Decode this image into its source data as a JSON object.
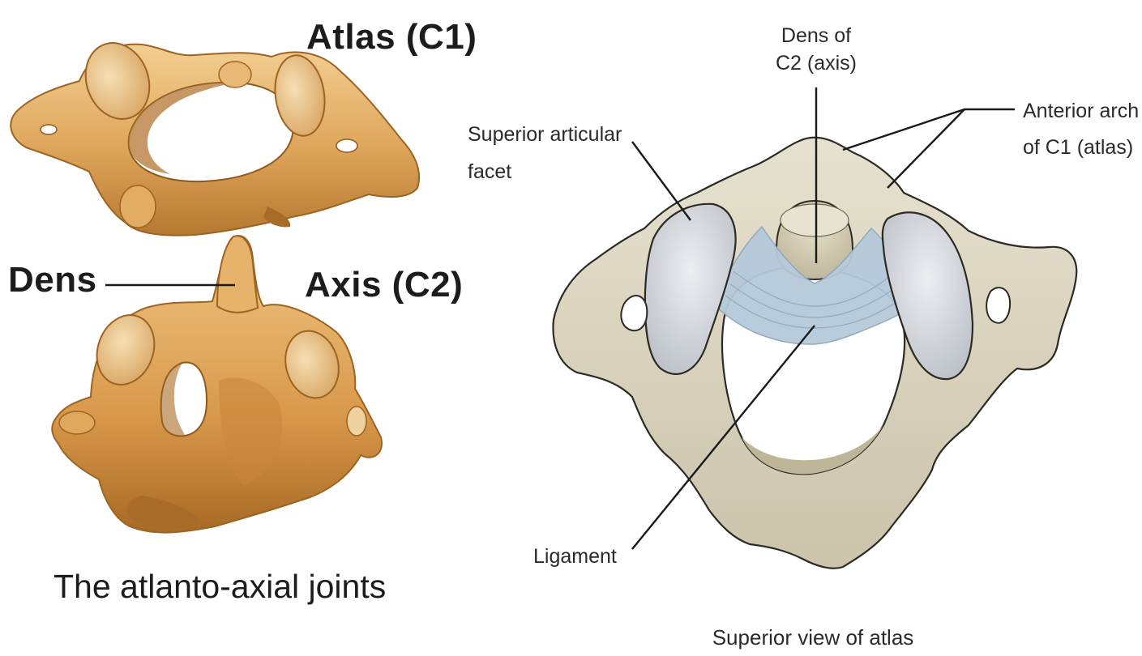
{
  "left_panel": {
    "labels": {
      "atlas": "Atlas (C1)",
      "dens": "Dens",
      "axis": "Axis (C2)"
    },
    "caption": "The atlanto-axial joints"
  },
  "right_panel": {
    "labels": {
      "dens_line1": "Dens of",
      "dens_line2": "C2 (axis)",
      "anterior_line1": "Anterior arch",
      "anterior_line2": "of C1 (atlas)",
      "facet_line1": "Superior articular",
      "facet_line2": "facet",
      "ligament": "Ligament"
    },
    "caption": "Superior view of atlas"
  },
  "colors": {
    "bone_orange": "#d9a45a",
    "bone_orange_light": "#efc98c",
    "bone_shadow": "#a86c28",
    "bone_beige": "#dcd6c2",
    "bone_beige_dark": "#b9b19a",
    "facet_grey": "#c9cdd3",
    "ligament_blue": "#b4c8d8"
  }
}
